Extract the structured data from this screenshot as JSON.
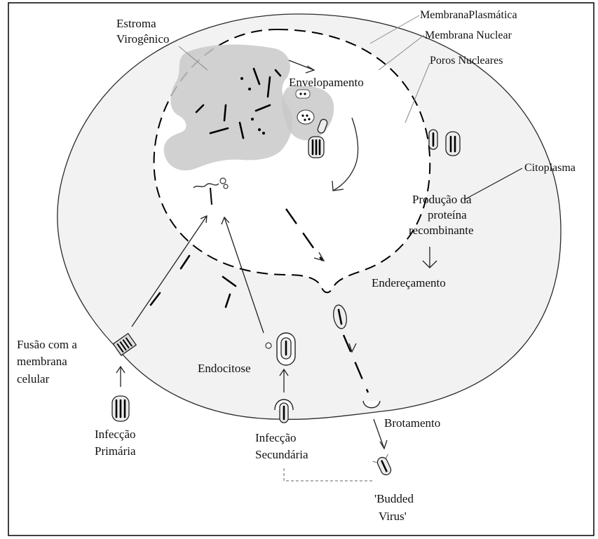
{
  "labels": {
    "estroma_line1": "Estroma",
    "estroma_line2": "Virogênico",
    "membrana_plasmatica": "MembranaPlasmática",
    "membrana_nuclear": "Membrana Nuclear",
    "poros_nucleares": "Poros Nucleares",
    "envelopamento": "Envelopamento",
    "citoplasma": "Citoplasma",
    "producao_line1": "Produção da",
    "producao_line2": "proteína",
    "producao_line3": "recombinante",
    "enderecamento": "Endereçamento",
    "fusao_line1": "Fusão com a",
    "fusao_line2": "membrana",
    "fusao_line3": "celular",
    "endocitose": "Endocitose",
    "infeccao_primaria_line1": "Infecção",
    "infeccao_primaria_line2": "Primária",
    "infeccao_secundaria_line1": "Infecção",
    "infeccao_secundaria_line2": "Secundária",
    "brotamento": "Brotamento",
    "budded_line1": "'Budded",
    "budded_line2": "Virus'"
  },
  "colors": {
    "cell_fill": "#f2f2f2",
    "stroma_gray": "#c9c9c9",
    "line": "#000000"
  }
}
